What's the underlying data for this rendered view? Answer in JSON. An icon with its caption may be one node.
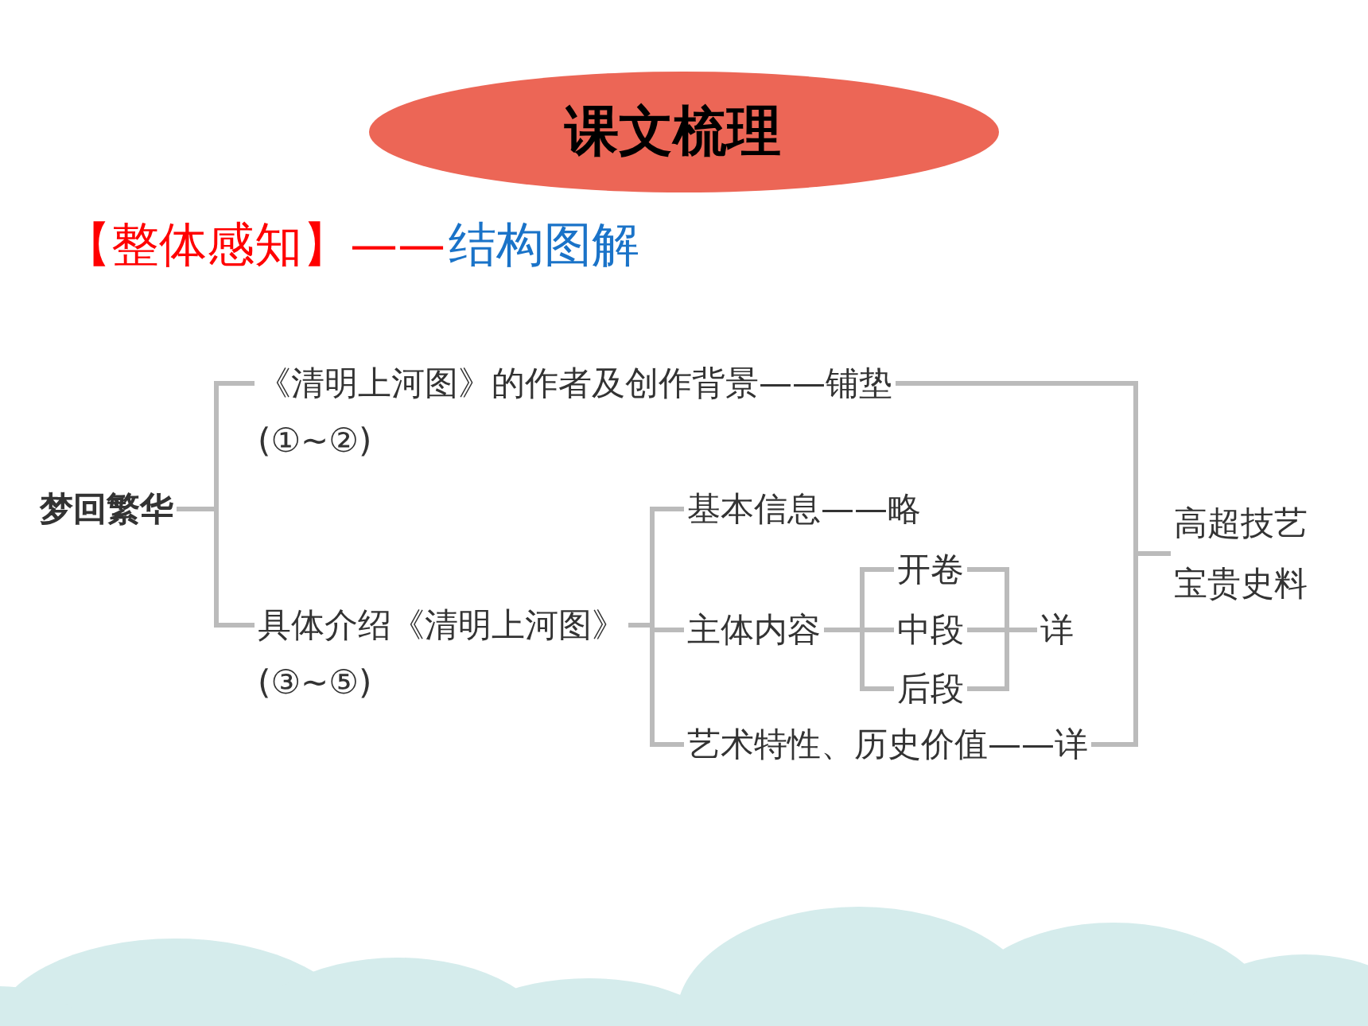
{
  "diagram": {
    "title": "课文梳理",
    "nodes": [
      {
        "text": [
          "梦回繁华"
        ]
      },
      {
        "text": [
          "《清明上河图》的作者及创作背景——铺垫",
          "(①~②)"
        ]
      },
      {
        "text": [
          "具体介绍《清明上河图》",
          "(③~⑤)"
        ]
      },
      {
        "text": [
          "基本信息——略"
        ]
      },
      {
        "text": [
          "主体内容"
        ]
      },
      {
        "text": [
          "开卷"
        ]
      },
      {
        "text": [
          "中段"
        ]
      },
      {
        "text": [
          "后段"
        ]
      },
      {
        "text": [
          "详"
        ]
      },
      {
        "text": [
          "艺术特性、历史价值——详"
        ]
      },
      {
        "text": [
          "高超技艺",
          "宝贵史料"
        ]
      }
    ],
    "edges": [
      {
        "from": 0,
        "to": 1,
        "arrow": "none"
      },
      {
        "from": 0,
        "to": 2,
        "arrow": "none"
      },
      {
        "from": 2,
        "to": 3,
        "arrow": "none"
      },
      {
        "from": 2,
        "to": 4,
        "arrow": "none"
      },
      {
        "from": 2,
        "to": 9,
        "arrow": "none"
      },
      {
        "from": 4,
        "to": 5,
        "arrow": "none"
      },
      {
        "from": 4,
        "to": 6,
        "arrow": "none"
      },
      {
        "from": 4,
        "to": 7,
        "arrow": "none"
      },
      {
        "from": 5,
        "to": 8,
        "arrow": "none"
      },
      {
        "from": 6,
        "to": 8,
        "arrow": "none"
      },
      {
        "from": 7,
        "to": 8,
        "arrow": "none"
      },
      {
        "from": 1,
        "to": 10,
        "arrow": "none"
      },
      {
        "from": 9,
        "to": 10,
        "arrow": "none"
      }
    ],
    "labels": [
      "【整体感知】——",
      "结构图解"
    ]
  }
}
